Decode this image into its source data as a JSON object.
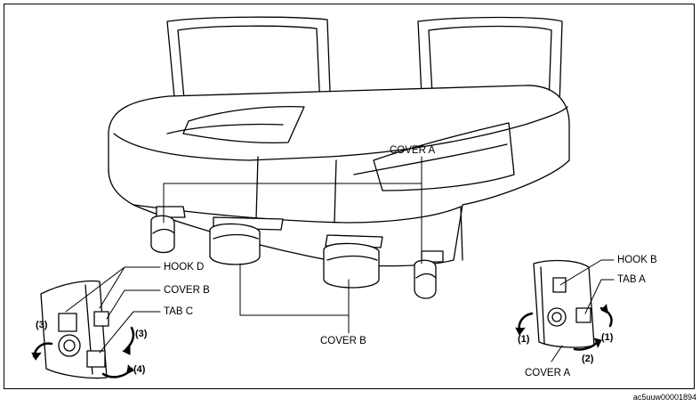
{
  "labels": {
    "cover_a_top": "COVER A",
    "cover_b_bottom": "COVER B",
    "hook_d": "HOOK D",
    "cover_b_left": "COVER B",
    "tab_c": "TAB C",
    "hook_b": "HOOK B",
    "tab_a": "TAB A",
    "cover_a_right": "COVER A"
  },
  "steps_left": {
    "s3a": "(3)",
    "s3b": "(3)",
    "s4": "(4)"
  },
  "steps_right": {
    "s1a": "(1)",
    "s1b": "(1)",
    "s2": "(2)"
  },
  "figure_code": "ac5uuw00001894"
}
